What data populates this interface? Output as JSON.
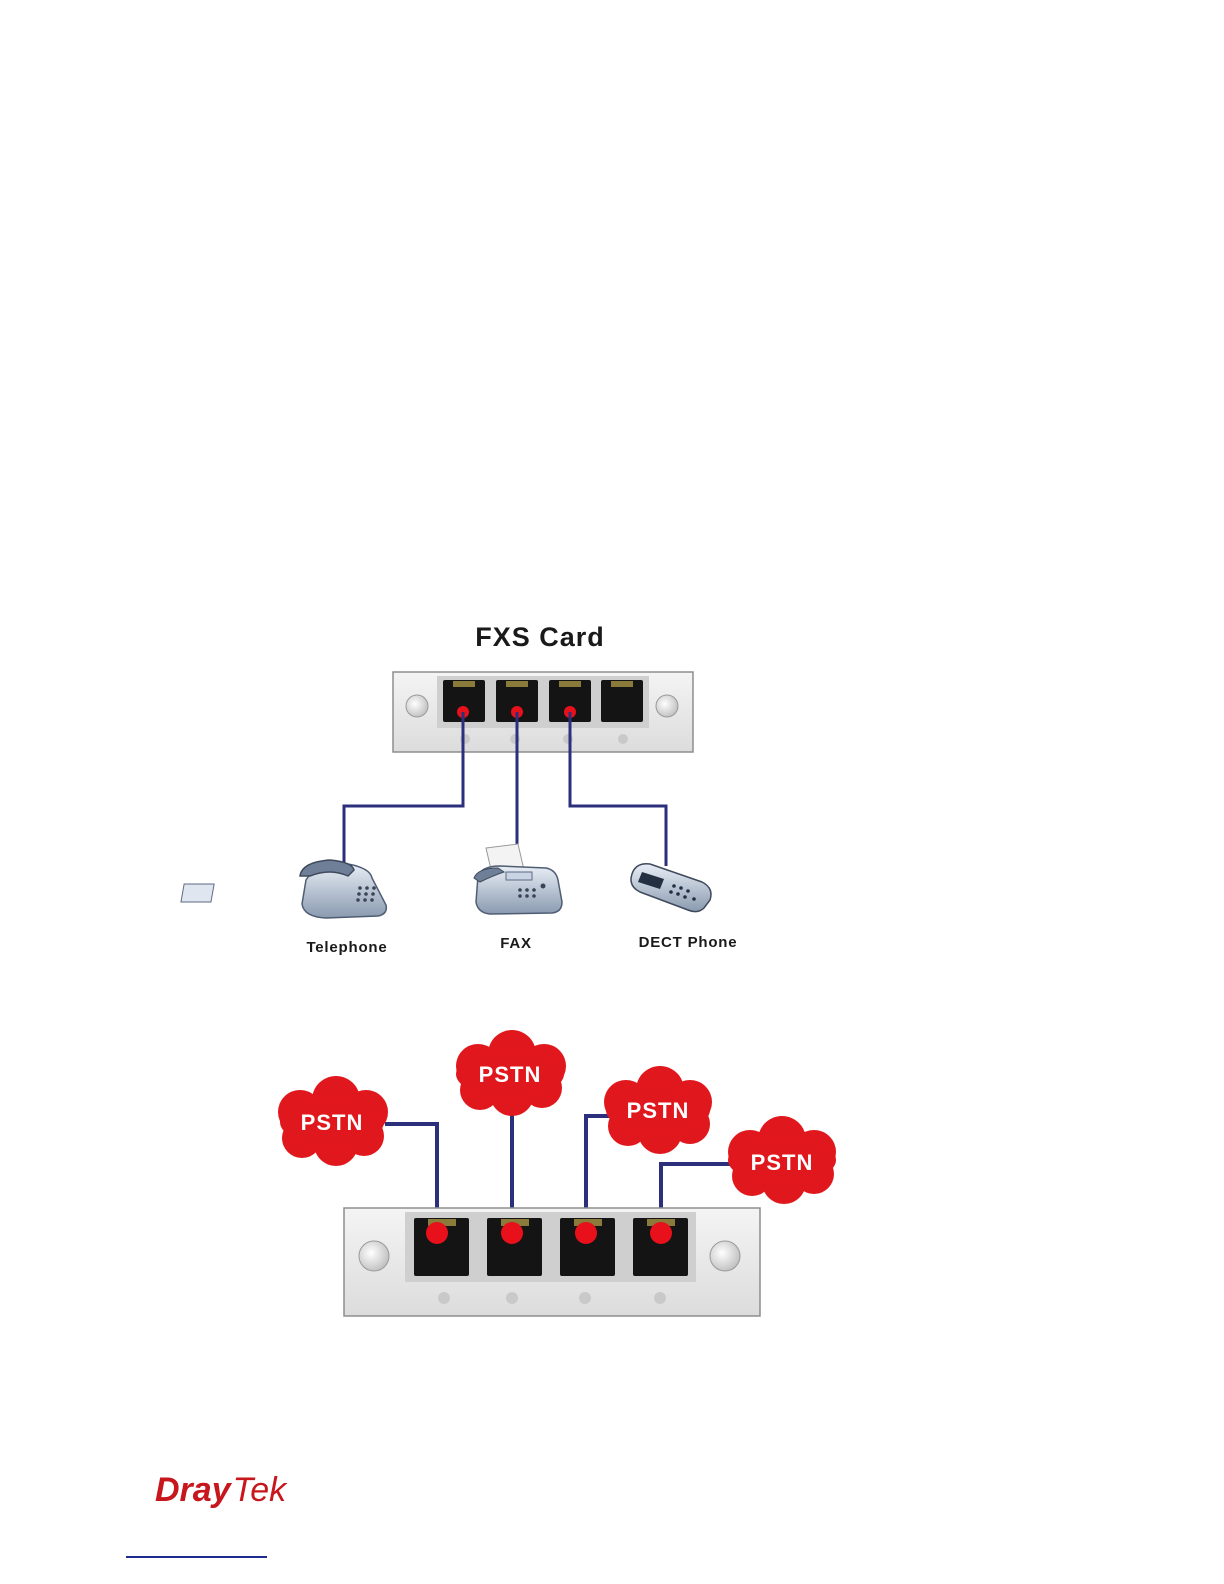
{
  "fxs": {
    "title": "FXS Card",
    "devices": [
      "Telephone",
      "FAX",
      "DECT Phone"
    ]
  },
  "fxo": {
    "clouds": [
      "PSTN",
      "PSTN",
      "PSTN",
      "PSTN"
    ]
  },
  "logo": {
    "dray": "Dray",
    "tek": "Tek"
  },
  "colors": {
    "cable": "#2b2f7c",
    "port_dot": "#e8101a",
    "cloud": "#e0171c",
    "brand": "#c8161d"
  }
}
